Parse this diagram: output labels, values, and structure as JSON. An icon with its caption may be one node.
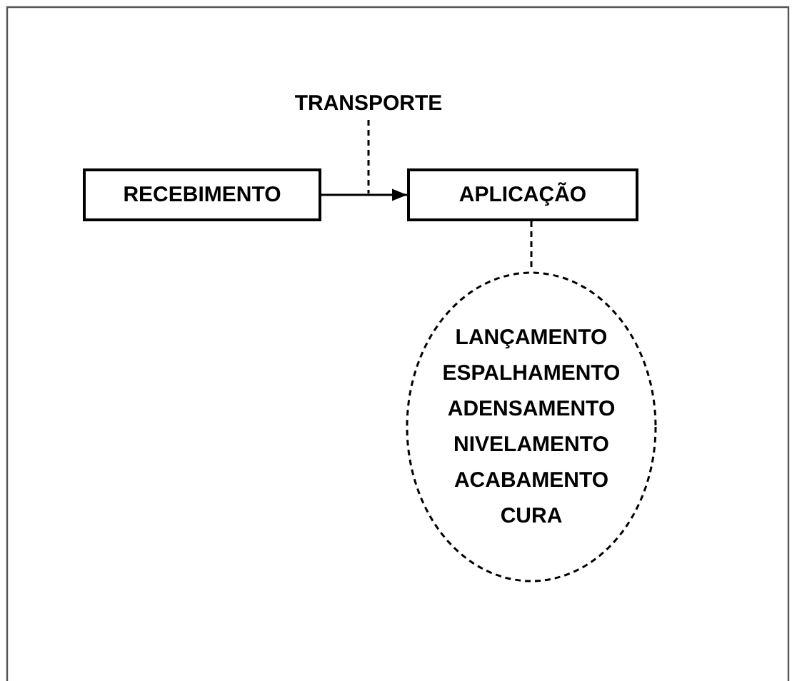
{
  "diagram": {
    "nodes": [
      {
        "text": [
          "TRANSPORTE"
        ]
      },
      {
        "text": [
          "RECEBIMENTO"
        ]
      },
      {
        "text": [
          "APLICAÇÃO"
        ]
      },
      {
        "text": [
          "LANÇAMENTO",
          "ESPALHAMENTO",
          "ADENSAMENTO",
          "NIVELAMENTO",
          "ACABAMENTO",
          "CURA"
        ]
      }
    ],
    "edges": [
      {
        "from": 1,
        "to": 2,
        "arrow": "to"
      },
      {
        "from": 0,
        "to": null,
        "arrow": "none",
        "style": "dashed"
      },
      {
        "from": 2,
        "to": 3,
        "arrow": "none",
        "style": "dashed"
      }
    ]
  }
}
